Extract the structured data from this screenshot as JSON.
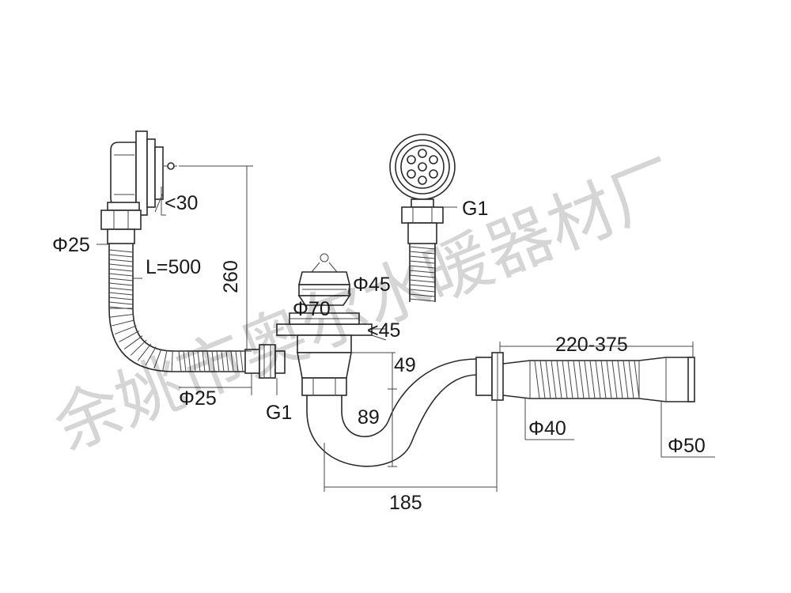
{
  "labels": {
    "angle_30": "<30",
    "g1_top": "G1",
    "phi25_top": "Φ25",
    "len_500": "L=500",
    "h_260": "260",
    "phi45": "Φ45",
    "phi70": "Φ70",
    "angle_45": "<45",
    "len_220_375": "220-375",
    "h_49": "49",
    "phi25_bottom": "Φ25",
    "g1_bottom": "G1",
    "h_89": "89",
    "phi40": "Φ40",
    "phi50": "Φ50",
    "w_185": "185"
  },
  "watermark": "余姚市奥尔水暖器材厂",
  "colors": {
    "line": "#2a2a2a",
    "text": "#1a1a1a",
    "background": "#ffffff"
  }
}
